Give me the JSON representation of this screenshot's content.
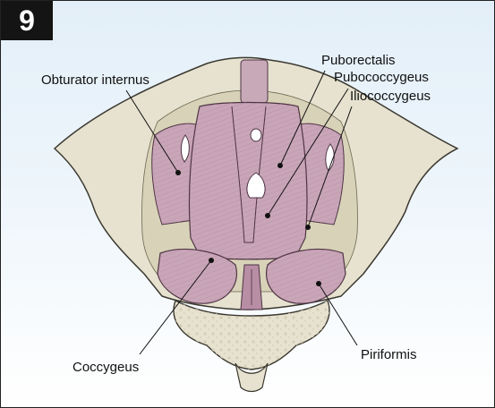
{
  "figure": {
    "number": "9",
    "colors": {
      "bone": "#e6e2cf",
      "bone_edge": "#3b3830",
      "muscle": "#c9a5b8",
      "muscle_edge": "#4d3343",
      "background_top": "#e3eff8"
    }
  },
  "labels": {
    "obturator_internus": "Obturator internus",
    "puborectalis": "Puborectalis",
    "pubococcygeus": "Pubococcygeus",
    "iliococcygeus": "Iliococcygeus",
    "coccygeus": "Coccygeus",
    "piriformis": "Piriformis"
  }
}
